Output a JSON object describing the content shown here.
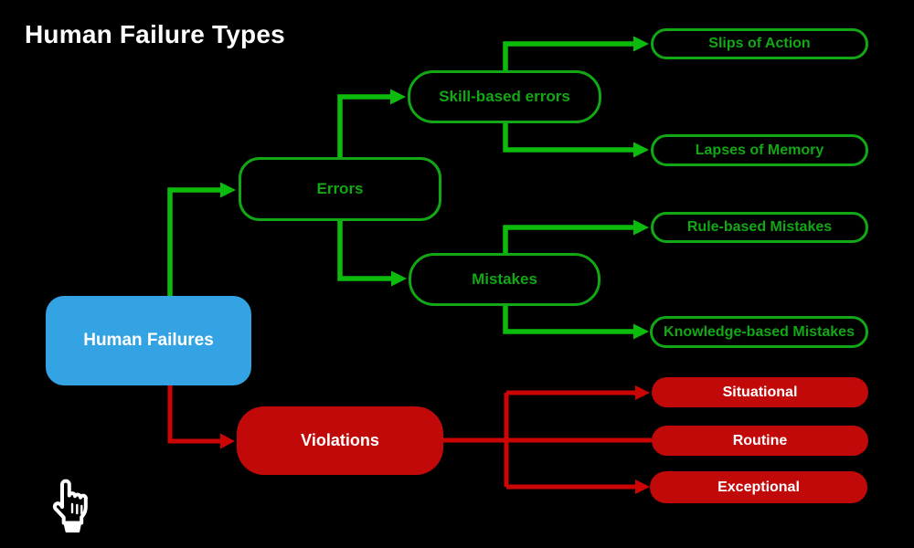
{
  "title": "Human Failure Types",
  "colors": {
    "background": "#000000",
    "title_text": "#ffffff",
    "green": "#12a714",
    "green_line": "#0cbc0c",
    "blue": "#33a3e4",
    "red": "#c20909",
    "red_line": "#cb0404",
    "node_text_light": "#ffffff"
  },
  "nodes": {
    "human_failures": {
      "label": "Human Failures"
    },
    "errors": {
      "label": "Errors"
    },
    "skill_based_errors": {
      "label": "Skill-based errors"
    },
    "mistakes": {
      "label": "Mistakes"
    },
    "slips_of_action": {
      "label": "Slips of Action"
    },
    "lapses_of_memory": {
      "label": "Lapses of Memory"
    },
    "rule_based_mistakes": {
      "label": "Rule-based Mistakes"
    },
    "knowledge_based_mistakes": {
      "label": "Knowledge-based Mistakes"
    },
    "violations": {
      "label": "Violations"
    },
    "situational": {
      "label": "Situational"
    },
    "routine": {
      "label": "Routine"
    },
    "exceptional": {
      "label": "Exceptional"
    }
  },
  "edges": [
    {
      "from": "Human Failures",
      "to": "Errors"
    },
    {
      "from": "Human Failures",
      "to": "Violations"
    },
    {
      "from": "Errors",
      "to": "Skill-based errors"
    },
    {
      "from": "Errors",
      "to": "Mistakes"
    },
    {
      "from": "Skill-based errors",
      "to": "Slips of Action"
    },
    {
      "from": "Skill-based errors",
      "to": "Lapses of Memory"
    },
    {
      "from": "Mistakes",
      "to": "Rule-based Mistakes"
    },
    {
      "from": "Mistakes",
      "to": "Knowledge-based Mistakes"
    },
    {
      "from": "Violations",
      "to": "Situational"
    },
    {
      "from": "Violations",
      "to": "Routine"
    },
    {
      "from": "Violations",
      "to": "Exceptional"
    }
  ],
  "cursor": {
    "icon": "hand-pointer"
  }
}
